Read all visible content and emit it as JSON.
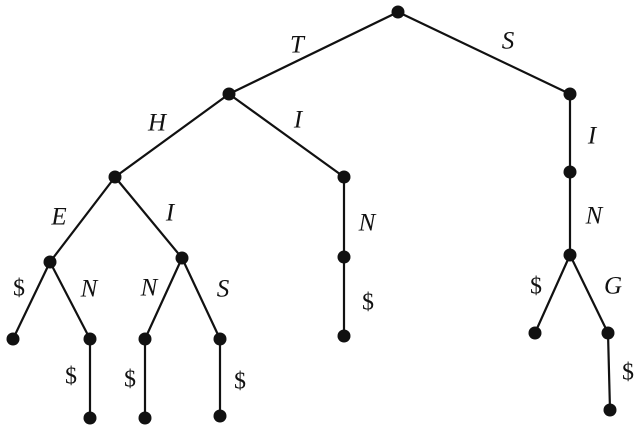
{
  "trie": {
    "nodes": [
      "root",
      "t",
      "th",
      "the",
      "the$",
      "thi",
      "thin",
      "thin$",
      "this",
      "this$",
      "ti",
      "tin",
      "tin$",
      "s",
      "si",
      "sin",
      "sin$",
      "sing",
      "sing$",
      "the-end",
      "th-en"
    ],
    "edges": [
      {
        "from": "root",
        "to": "t",
        "label": "T"
      },
      {
        "from": "root",
        "to": "s",
        "label": "S"
      },
      {
        "from": "t",
        "to": "th",
        "label": "H"
      },
      {
        "from": "t",
        "to": "ti",
        "label": "I"
      },
      {
        "from": "s",
        "to": "si",
        "label": "I"
      },
      {
        "from": "th",
        "to": "the",
        "label": "E"
      },
      {
        "from": "th",
        "to": "thi",
        "label": "I"
      },
      {
        "from": "ti",
        "to": "tin",
        "label": "N"
      },
      {
        "from": "si",
        "to": "sin",
        "label": "N"
      },
      {
        "from": "the",
        "to": "the$",
        "label": "$"
      },
      {
        "from": "the",
        "to": "th-en",
        "label": "N"
      },
      {
        "from": "thi",
        "to": "thin",
        "label": "N"
      },
      {
        "from": "thi",
        "to": "this",
        "label": "S"
      },
      {
        "from": "tin",
        "to": "tin$",
        "label": "$"
      },
      {
        "from": "sin",
        "to": "sin$",
        "label": "$"
      },
      {
        "from": "sin",
        "to": "sing",
        "label": "G"
      },
      {
        "from": "th-en",
        "to": "the-end",
        "label": "$"
      },
      {
        "from": "thin",
        "to": "thin$",
        "label": "$"
      },
      {
        "from": "this",
        "to": "this$",
        "label": "$"
      },
      {
        "from": "sing",
        "to": "sing$",
        "label": "$"
      }
    ]
  }
}
